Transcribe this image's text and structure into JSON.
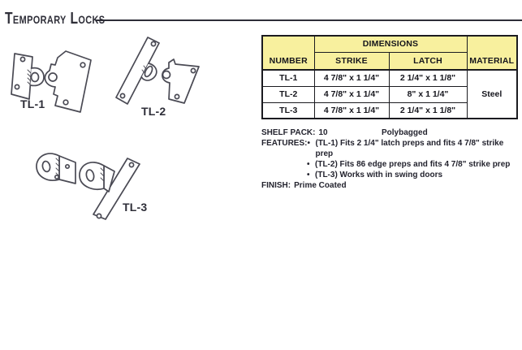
{
  "title": "Temporary Locks",
  "diagrams": {
    "tl1": "TL-1",
    "tl2": "TL-2",
    "tl3": "TL-3"
  },
  "table": {
    "col_number": "NUMBER",
    "col_dimensions": "DIMENSIONS",
    "col_strike": "STRIKE",
    "col_latch": "LATCH",
    "col_material": "MATERIAL",
    "rows": [
      {
        "number": "TL-1",
        "strike": "4 7/8\" x 1 1/4\"",
        "latch": "2 1/4\" x 1 1/8\""
      },
      {
        "number": "TL-2",
        "strike": "4 7/8\" x 1 1/4\"",
        "latch": "8\" x 1 1/4\""
      },
      {
        "number": "TL-3",
        "strike": "4 7/8\" x 1 1/4\"",
        "latch": "2 1/4\" x 1 1/8\""
      }
    ],
    "material": "Steel"
  },
  "details": {
    "shelf_pack_label": "SHELF PACK:",
    "shelf_pack_value": "10",
    "polybagged": "Polybagged",
    "features_label": "FEATURES:",
    "bullet": "•",
    "features": [
      "(TL-1) Fits 2 1/4\" latch preps and fits 4 7/8\" strike prep",
      "(TL-2) Fits 86 edge preps and fits 4 7/8\" strike prep",
      "(TL-3) Works with in swing doors"
    ],
    "finish_label": "FINISH:",
    "finish_value": "Prime Coated"
  },
  "colors": {
    "paper": "#ffffff",
    "ink": "#2e2e38",
    "table_border": "#1b1b20",
    "header_yellow": "#F8F09E",
    "line_art": "#4a4a54"
  }
}
